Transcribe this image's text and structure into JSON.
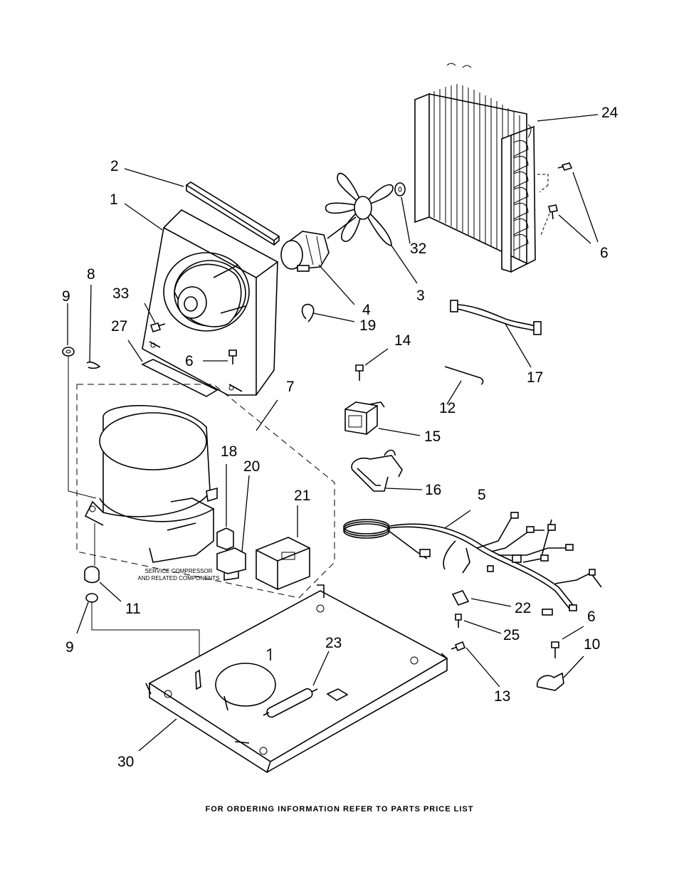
{
  "callouts": {
    "c1": "1",
    "c2": "2",
    "c3": "3",
    "c4": "4",
    "c5": "5",
    "c6a": "6",
    "c6b": "6",
    "c6c": "6",
    "c7": "7",
    "c8": "8",
    "c9a": "9",
    "c9b": "9",
    "c10": "10",
    "c11": "11",
    "c12": "12",
    "c13": "13",
    "c14": "14",
    "c15": "15",
    "c16": "16",
    "c17": "17",
    "c18": "18",
    "c19": "19",
    "c20": "20",
    "c21": "21",
    "c22": "22",
    "c23": "23",
    "c24": "24",
    "c25": "25",
    "c27": "27",
    "c30": "30",
    "c32": "32",
    "c33": "33"
  },
  "service_note": {
    "line1": "SERVICE COMPRESSOR",
    "line2": "AND RELATED COMPONENTS"
  },
  "footer": "FOR ORDERING INFORMATION REFER TO PARTS PRICE LIST"
}
